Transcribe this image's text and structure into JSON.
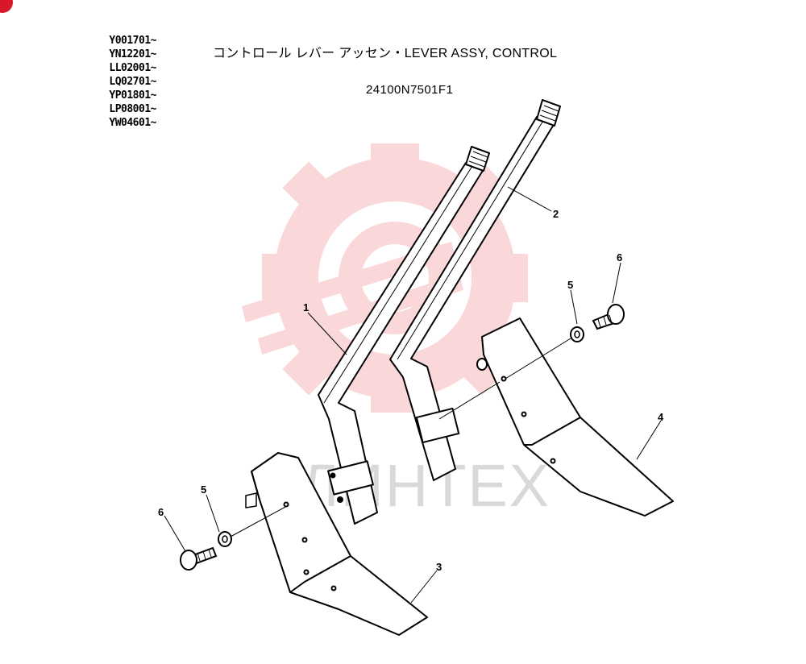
{
  "header": {
    "serial_ranges": [
      "Y001701~",
      "YN12201~",
      "LL02001~",
      "LQ02701~",
      "YP01801~",
      "LP08001~",
      "YW04601~"
    ],
    "title": "コントロール レバー アッセン・LEVER ASSY, CONTROL",
    "part_number": "24100N7501F1"
  },
  "watermark": {
    "text": "ЛИНТЕХ",
    "color": "#f3a0a4"
  },
  "callouts": {
    "c1": "1",
    "c2": "2",
    "c3": "3",
    "c4": "4",
    "c5a": "5",
    "c5b": "5",
    "c6a": "6",
    "c6b": "6"
  }
}
